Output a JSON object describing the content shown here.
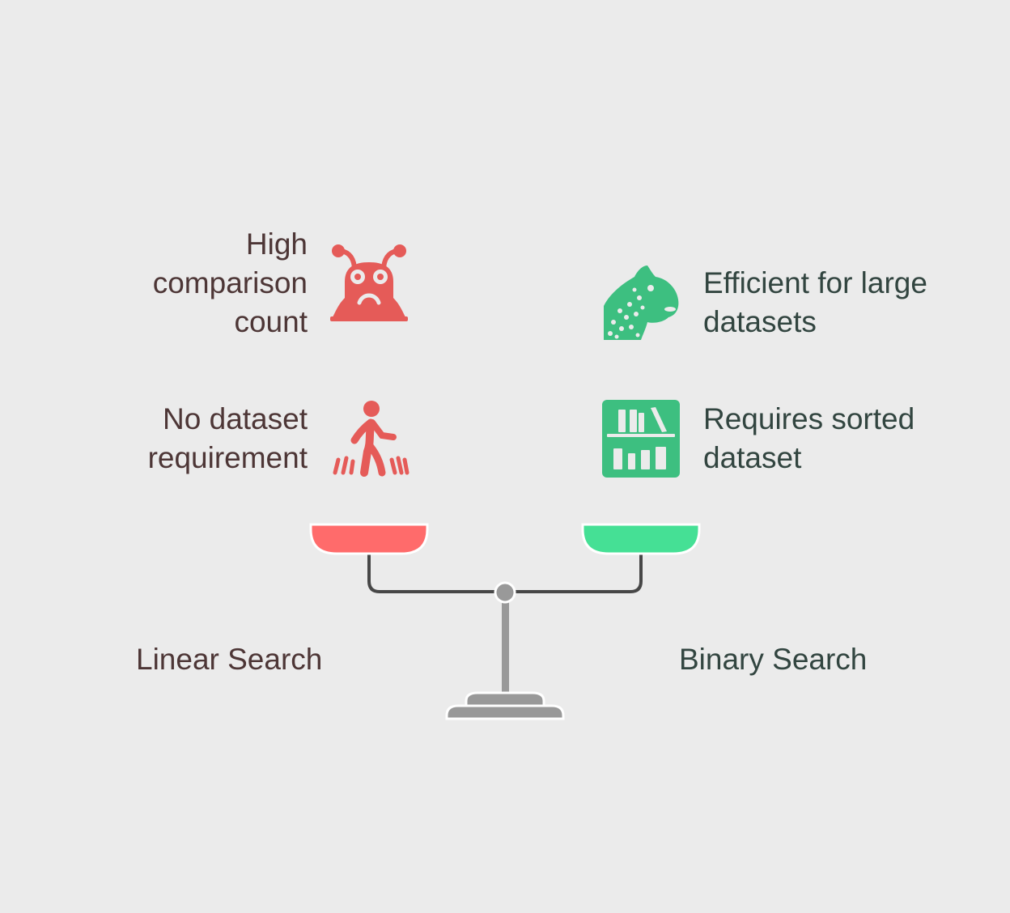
{
  "left": {
    "title": "Linear Search",
    "points": [
      {
        "text": "High\ncomparison\ncount",
        "icon": "frustrated-monster-icon"
      },
      {
        "text": "No dataset\nrequirement",
        "icon": "person-walking-on-grass-icon"
      }
    ],
    "color": "#e55b58",
    "pan_color": "#ff6b6b"
  },
  "right": {
    "title": "Binary Search",
    "points": [
      {
        "text": "Efficient for large\ndatasets",
        "icon": "cheetah-icon"
      },
      {
        "text": "Requires sorted\ndataset",
        "icon": "bookshelf-icon"
      }
    ],
    "color": "#3dbf80",
    "pan_color": "#45e095"
  },
  "colors": {
    "background": "#ebebeb",
    "beam": "#474747",
    "stand": "#999999"
  }
}
